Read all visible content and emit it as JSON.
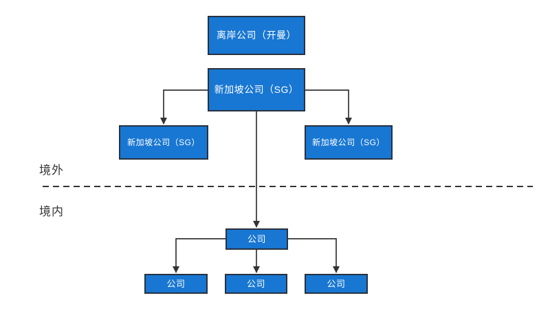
{
  "diagram": {
    "region_labels": {
      "offshore": "境外",
      "onshore": "境内"
    },
    "nodes": {
      "offshore_company": "离岸公司（开曼）",
      "sg_parent_company": "新加坡公司（SG）",
      "sg_subsidiary_left": "新加坡公司（SG）",
      "sg_subsidiary_right": "新加坡公司（SG）",
      "domestic_parent_company": "公司",
      "domestic_subsidiary_1": "公司",
      "domestic_subsidiary_2": "公司",
      "domestic_subsidiary_3": "公司"
    },
    "colors": {
      "node_fill": "#1877D2",
      "node_border": "#28313F",
      "node_text": "#FFFFFF",
      "connector": "#333333",
      "label_text": "#383838",
      "background": "#FFFFFF"
    }
  }
}
